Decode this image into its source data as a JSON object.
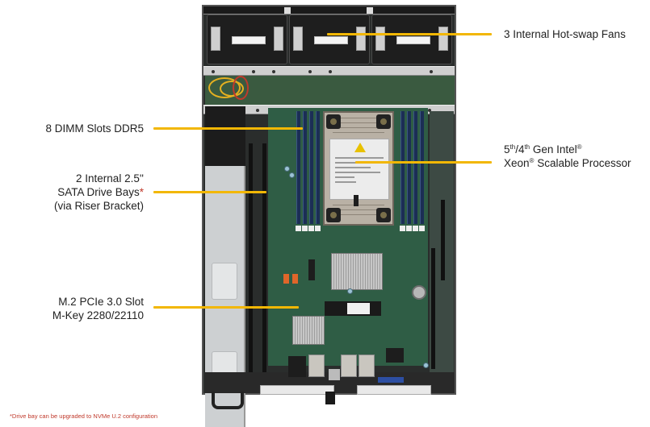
{
  "diagram": {
    "callouts": [
      {
        "id": "fans",
        "text": "3 Internal  Hot-swap Fans",
        "side": "right"
      },
      {
        "id": "cpu",
        "line1_pre": "5",
        "line1_sup1": "th",
        "line1_mid": "/4",
        "line1_sup2": "th",
        "line1_post": " Gen Intel",
        "line1_reg": "®",
        "line2_pre": "Xeon",
        "line2_reg": "®",
        "line2_post": " Scalable Processor",
        "side": "right"
      },
      {
        "id": "dimm",
        "text": "8 DIMM  Slots DDR5",
        "side": "left"
      },
      {
        "id": "drive_bays",
        "line1": "2 Internal 2.5''",
        "line2": "SATA Drive Bays",
        "line2_mark": "*",
        "line3": "(via Riser Bracket)",
        "side": "left"
      },
      {
        "id": "m2",
        "line1": "M.2 PCIe 3.0 Slot",
        "line2": "M-Key 2280/22110",
        "side": "left"
      }
    ],
    "footnote": "*Drive bay can be upgraded  to NVMe U.2 configuration",
    "colors": {
      "leader_line": "#f2b705",
      "footnote": "#c0392b",
      "asterisk": "#c0392b",
      "text": "#222222"
    },
    "image": {
      "subject": "server-chassis-top-view",
      "fan_count": 3,
      "dimm_slot_count": 8
    }
  }
}
